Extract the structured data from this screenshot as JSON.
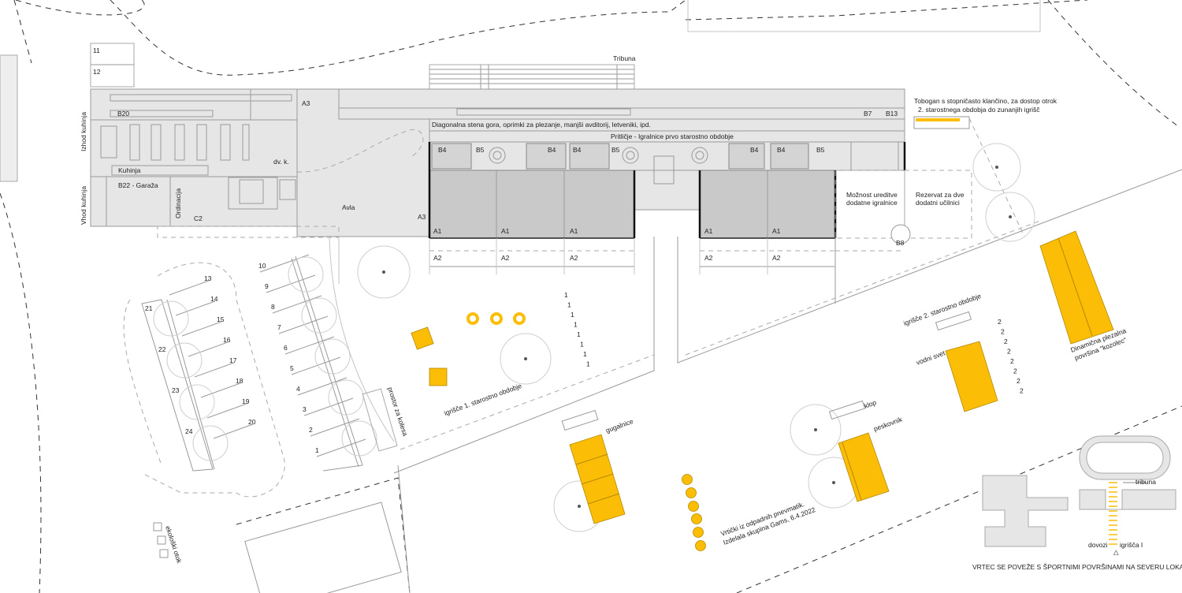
{
  "colors": {
    "accent": "#fbbd06",
    "building": "#e6e6e6",
    "room": "#c9c9c9",
    "line": "#9a9a9a"
  },
  "building": {
    "tribuna": "Tribuna",
    "tobogan_line1": "Tobogan s stopničasto klančino, za dostop otrok",
    "tobogan_line2": "2. starostnega obdobja do zunanjih igrišč",
    "diagonal_wall": "Diagonalna stena gora, oprimki za plezanje, manjši avditorij, letveniki, ipd.",
    "ground_floor": "Pritličje - Igralnice prvo starostno obdobje",
    "b7": "B7",
    "b13": "B13",
    "b20": "B20",
    "a3": "A3",
    "dvk": "dv. k.",
    "kuhinja": "Kuhinja",
    "b22": "B22 - Garaža",
    "ordinacija": "Ordinacija",
    "c2": "C2",
    "avla": "Avla",
    "izhod": "Izhod kuhinja",
    "vhod": "Vhod kuhinja",
    "b4": "B4",
    "b5": "B5",
    "a1": "A1",
    "a2": "A2",
    "b8": "B8",
    "moznost_1": "Možnost ureditve",
    "moznost_2": "dodatne igralnice",
    "rezervat_1": "Rezervat za dve",
    "rezervat_2": "dodatni učilnici"
  },
  "parking": {
    "top_labels": [
      "11",
      "12"
    ],
    "right_row": [
      "10",
      "9",
      "8",
      "7",
      "6",
      "5",
      "4",
      "3",
      "2",
      "1"
    ],
    "left_row_a": [
      "13",
      "14",
      "15",
      "16",
      "17",
      "18",
      "19",
      "20"
    ],
    "left_row_b": [
      "21",
      "22",
      "23",
      "24"
    ],
    "bike": "prostor za kolesa",
    "eco": "ekološki otok"
  },
  "playground": {
    "igrisce1": "igrišče 1. starostno obdobje",
    "igrisce2": "igrišče 2. starostno obdobje",
    "ones": "1",
    "twos": "2",
    "gugalnice": "gugalnice",
    "klop": "klop",
    "peskovnik": "peskovnik",
    "vodni_svet": "vodni svet",
    "dinamicna_1": "Dinamična plezalna",
    "dinamicna_2": "površina \"kozolec\"",
    "vrticki_1": "Vrtički iz odpadnih pnevmatik.",
    "vrticki_2": "Izdelala skupina Gams, 6.4.2022"
  },
  "inset": {
    "tribuna": "tribuna",
    "dovozi": "dovozi",
    "igrisca": "igrišča I",
    "caption": "VRTEC SE POVEŽE S ŠPORTNIMI POVRŠINAMI NA SEVERU LOKACIJE"
  }
}
